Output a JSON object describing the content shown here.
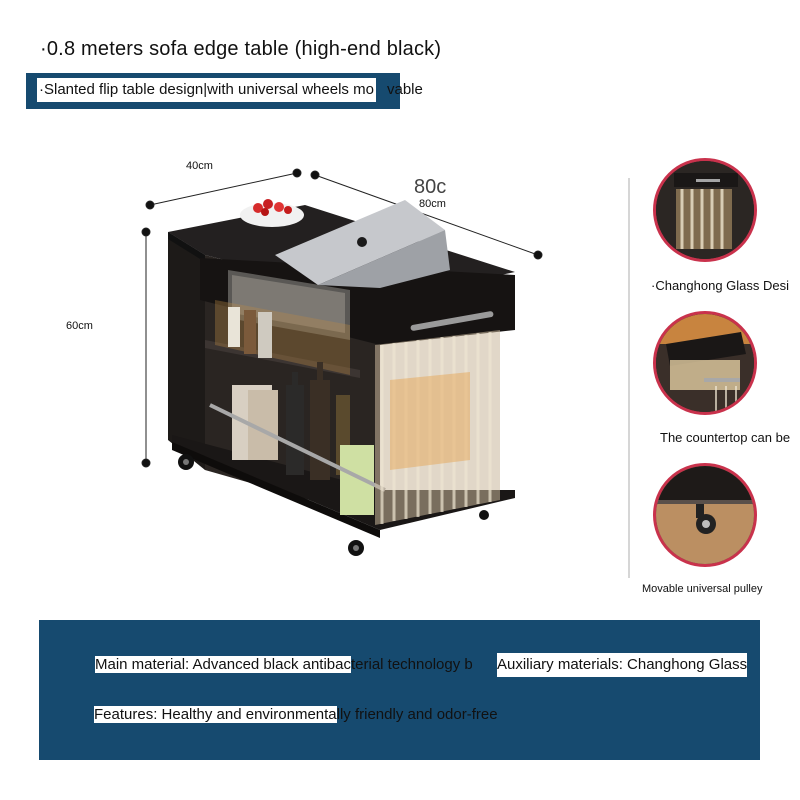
{
  "title": "·0.8 meters sofa edge table (high-end black)",
  "subtitle": {
    "text_a": "·Slanted flip table design|with universal wheels mo",
    "text_b": "vable"
  },
  "dimensions": {
    "width_label": "40cm",
    "length_label": "80cm",
    "length_label_large": "80c",
    "height_label": "60cm"
  },
  "features": [
    {
      "icon": "glass-panel-icon",
      "caption": "·Changhong Glass Desi"
    },
    {
      "icon": "tilt-countertop-icon",
      "caption": "The countertop can be"
    },
    {
      "icon": "wheel-icon",
      "caption": "Movable universal pulley"
    }
  ],
  "specs": {
    "main_material_a": "Main material: Advanced black antibac",
    "main_material_b": "terial technology b",
    "auxiliary": "Auxiliary materials: Changhong Glass",
    "features_a": "Features: Healthy and environmenta",
    "features_b": "lly friendly and odor-free"
  },
  "colors": {
    "banner": "#164a6f",
    "accent_ring": "#c9324c",
    "product_body": "#1f1b19"
  }
}
